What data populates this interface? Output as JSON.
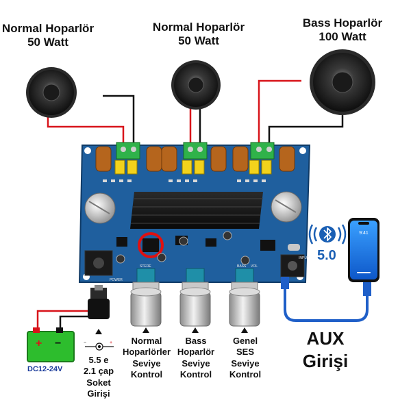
{
  "speakers": [
    {
      "name": "Normal Hoparlör",
      "power": "50 Watt"
    },
    {
      "name": "Normal Hoparlör",
      "power": "50 Watt"
    },
    {
      "name": "Bass Hoparlör",
      "power": "100 Watt"
    }
  ],
  "controls": [
    {
      "lines": [
        "Normal",
        "Hoparlörler",
        "Seviye",
        "Kontrol"
      ]
    },
    {
      "lines": [
        "Bass",
        "Hoparlör",
        "Seviye",
        "Kontrol"
      ]
    },
    {
      "lines": [
        "Genel",
        "SES",
        "Seviye",
        "Kontrol"
      ]
    }
  ],
  "power_socket": {
    "lines": [
      "5.5 e",
      "2.1 çap",
      "Soket",
      "Girişi"
    ]
  },
  "power_supply": {
    "label": "DC12-24V",
    "plus": "+",
    "minus": "−"
  },
  "bluetooth": {
    "version": "5.0",
    "phone_time": "9:41"
  },
  "aux": {
    "line1": "AUX",
    "line2": "Girişi"
  },
  "board": {
    "silk_power": "POWER",
    "silk_stereo": "STERE",
    "silk_bass": "BASS",
    "silk_vol": "VOL",
    "silk_input": "INPUT"
  },
  "colors": {
    "board": "#1f5f9e",
    "wire_red": "#d8141a",
    "wire_black": "#111111",
    "aux_cable": "#1f5fc8",
    "psu_green": "#2dbd2d",
    "highlight": "#e01010"
  }
}
